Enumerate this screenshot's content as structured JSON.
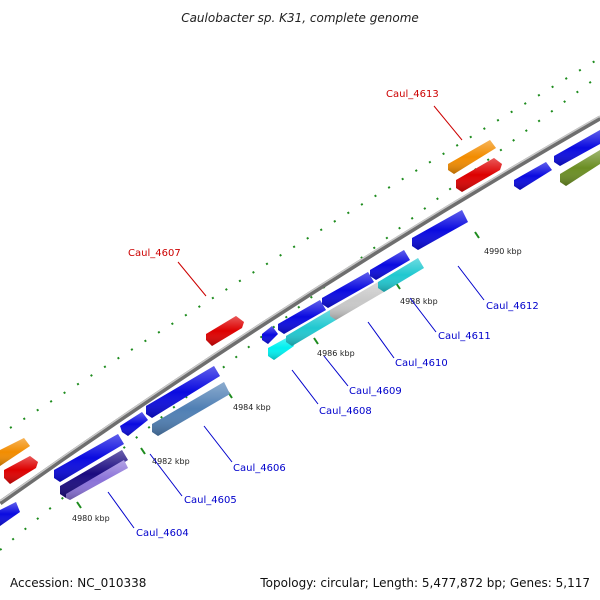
{
  "title": "Caulobacter sp. K31, complete genome",
  "footer": {
    "accession": "Accession: NC_010338",
    "topology": "Topology: circular; Length: 5,477,872 bp; Genes: 5,117"
  },
  "colors": {
    "red": "#dd0000",
    "blue": "#0a0ae0",
    "label_red": "#cc0000",
    "label_blue": "#0000cc",
    "backbone": "#8a8a8a",
    "tick": "#1e8c1e"
  },
  "tick_labels": [
    "4980 kbp",
    "4982 kbp",
    "4984 kbp",
    "4986 kbp",
    "4988 kbp",
    "4990 kbp"
  ],
  "gene_labels": [
    {
      "text": "Caul_4604",
      "color": "blue"
    },
    {
      "text": "Caul_4605",
      "color": "blue"
    },
    {
      "text": "Caul_4606",
      "color": "blue"
    },
    {
      "text": "Caul_4607",
      "color": "red"
    },
    {
      "text": "Caul_4608",
      "color": "blue"
    },
    {
      "text": "Caul_4609",
      "color": "blue"
    },
    {
      "text": "Caul_4610",
      "color": "blue"
    },
    {
      "text": "Caul_4611",
      "color": "blue"
    },
    {
      "text": "Caul_4612",
      "color": "blue"
    },
    {
      "text": "Caul_4613",
      "color": "red"
    }
  ]
}
